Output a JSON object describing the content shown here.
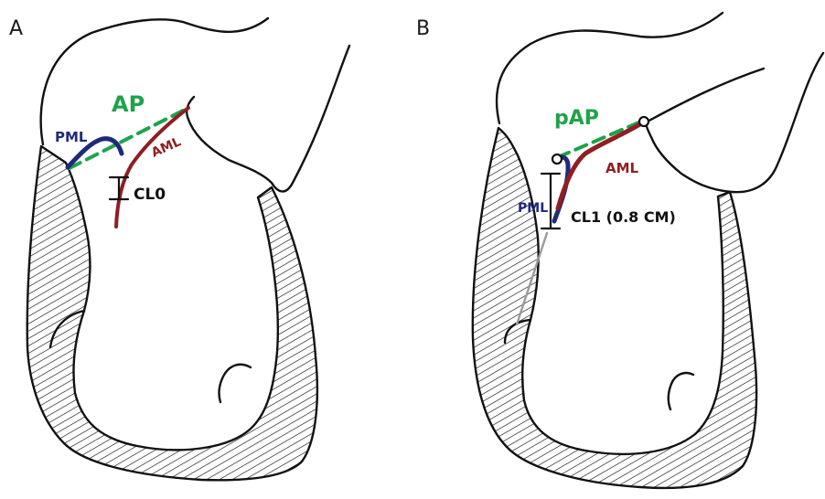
{
  "panels": [
    {
      "label": "A",
      "annular_plane_label": "AP",
      "posterior_leaflet_label": "PML",
      "anterior_leaflet_label": "AML",
      "coaptation_label": "CL0"
    },
    {
      "label": "B",
      "annular_plane_label": "pAP",
      "posterior_leaflet_label": "PML",
      "anterior_leaflet_label": "AML",
      "coaptation_label": "CL1 (0.8 CM)"
    }
  ],
  "colors": {
    "ink": "#111111",
    "annular_plane": "#1fa34a",
    "posterior_leaflet": "#1f2a7a",
    "anterior_leaflet": "#8e1f22",
    "chord": "#9a9a9a"
  }
}
